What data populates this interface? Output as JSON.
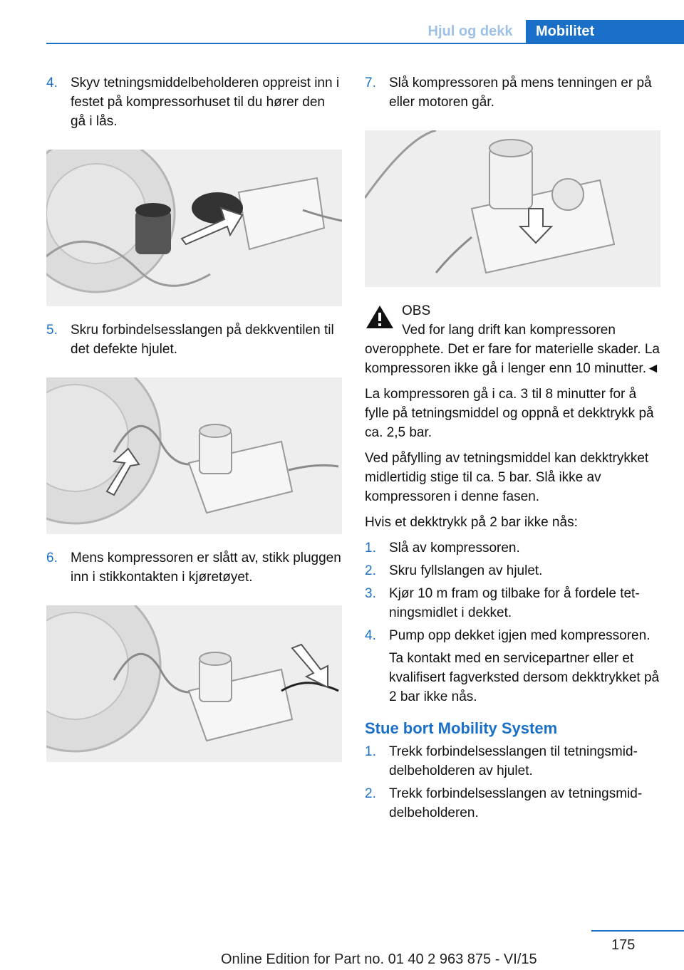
{
  "header": {
    "tab_chapter": "Hjul og dekk",
    "tab_section": "Mobilitet"
  },
  "left": {
    "steps": [
      {
        "num": "4.",
        "text": "Skyv tetningsmiddelbeholderen oppreist inn i festet på kompressorhuset til du hører den gå i lås."
      },
      {
        "num": "5.",
        "text": "Skru forbindelsesslangen på dekkventilen til det defekte hjulet."
      },
      {
        "num": "6.",
        "text": "Mens kompressoren er slått av, stikk plug­gen inn i stikkontakten i kjøretøyet."
      }
    ]
  },
  "right": {
    "step7": {
      "num": "7.",
      "text": "Slå kompressoren på mens tenningen er på eller motoren går."
    },
    "warning": {
      "title": "OBS",
      "text": "Ved for lang drift kan kompressoren overopphete. Det er fare for materielle skader. La kompressoren ikke gå i lenger enn 10 mi­nutter.◄"
    },
    "para1": "La kompressoren gå i ca. 3 til 8 minutter for å fylle på tetningsmiddel og oppnå et dekktrykk på ca. 2,5 bar.",
    "para2": "Ved påfylling av tetningsmiddel kan dekktryk­ket midlertidig stige til ca. 5 bar. Slå ikke av kompressoren i denne fasen.",
    "para3": "Hvis et dekktrykk på 2 bar ikke nås:",
    "list1": [
      {
        "num": "1.",
        "text": "Slå av kompressoren."
      },
      {
        "num": "2.",
        "text": "Skru fyllslangen av hjulet."
      },
      {
        "num": "3.",
        "text": "Kjør 10 m fram og tilbake for å fordele tet­ningsmidlet i dekket."
      },
      {
        "num": "4.",
        "text": "Pump opp dekket igjen med kompresso­ren."
      }
    ],
    "list1_note": "Ta kontakt med en servicepartner eller et kvalifisert fagverksted dersom dekktrykket på 2 bar ikke nås.",
    "section_title": "Stue bort Mobility System",
    "list2": [
      {
        "num": "1.",
        "text": "Trekk forbindelsesslangen til tetningsmid­delbeholderen av hjulet."
      },
      {
        "num": "2.",
        "text": "Trekk forbindelsesslangen av tetningsmid­delbeholderen."
      }
    ]
  },
  "footer": {
    "page_number": "175",
    "edition": "Online Edition for Part no. 01 40 2 963 875 - VI/15"
  }
}
